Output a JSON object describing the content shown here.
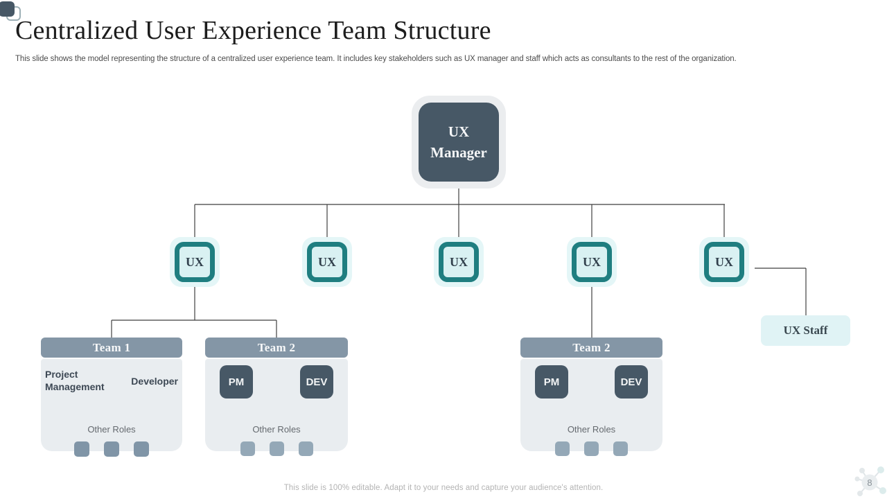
{
  "slide": {
    "title": "Centralized User Experience Team Structure",
    "subtitle": "This slide shows the model representing the structure of a centralized user experience team. It includes key stakeholders such as UX manager and staff which acts as consultants to the rest of the organization.",
    "footer": "This slide is 100% editable. Adapt it to your needs and capture your audience's attention.",
    "page_number": "8"
  },
  "chart": {
    "manager_label": "UX Manager",
    "ux_nodes": [
      "UX",
      "UX",
      "UX",
      "UX",
      "UX"
    ],
    "staff_label": "UX Staff",
    "teams": [
      {
        "title": "Team 1",
        "role_a": "Project Management",
        "role_b": "Developer",
        "other_roles": "Other Roles"
      },
      {
        "title": "Team 2",
        "role_a": "PM",
        "role_b": "DEV",
        "other_roles": "Other Roles"
      },
      {
        "title": "Team 2",
        "role_a": "PM",
        "role_b": "DEV",
        "other_roles": "Other Roles"
      }
    ]
  },
  "colors": {
    "dark_slate": "#475866",
    "teal_border": "#1f7e80",
    "cyan_fill": "#d9f1f2",
    "cyan_glow": "#e4f6f7",
    "staff_fill": "#e0f3f5",
    "team_header": "#8496a6",
    "team_body": "#e9edf0",
    "placeholder_square": "#8095a7"
  }
}
